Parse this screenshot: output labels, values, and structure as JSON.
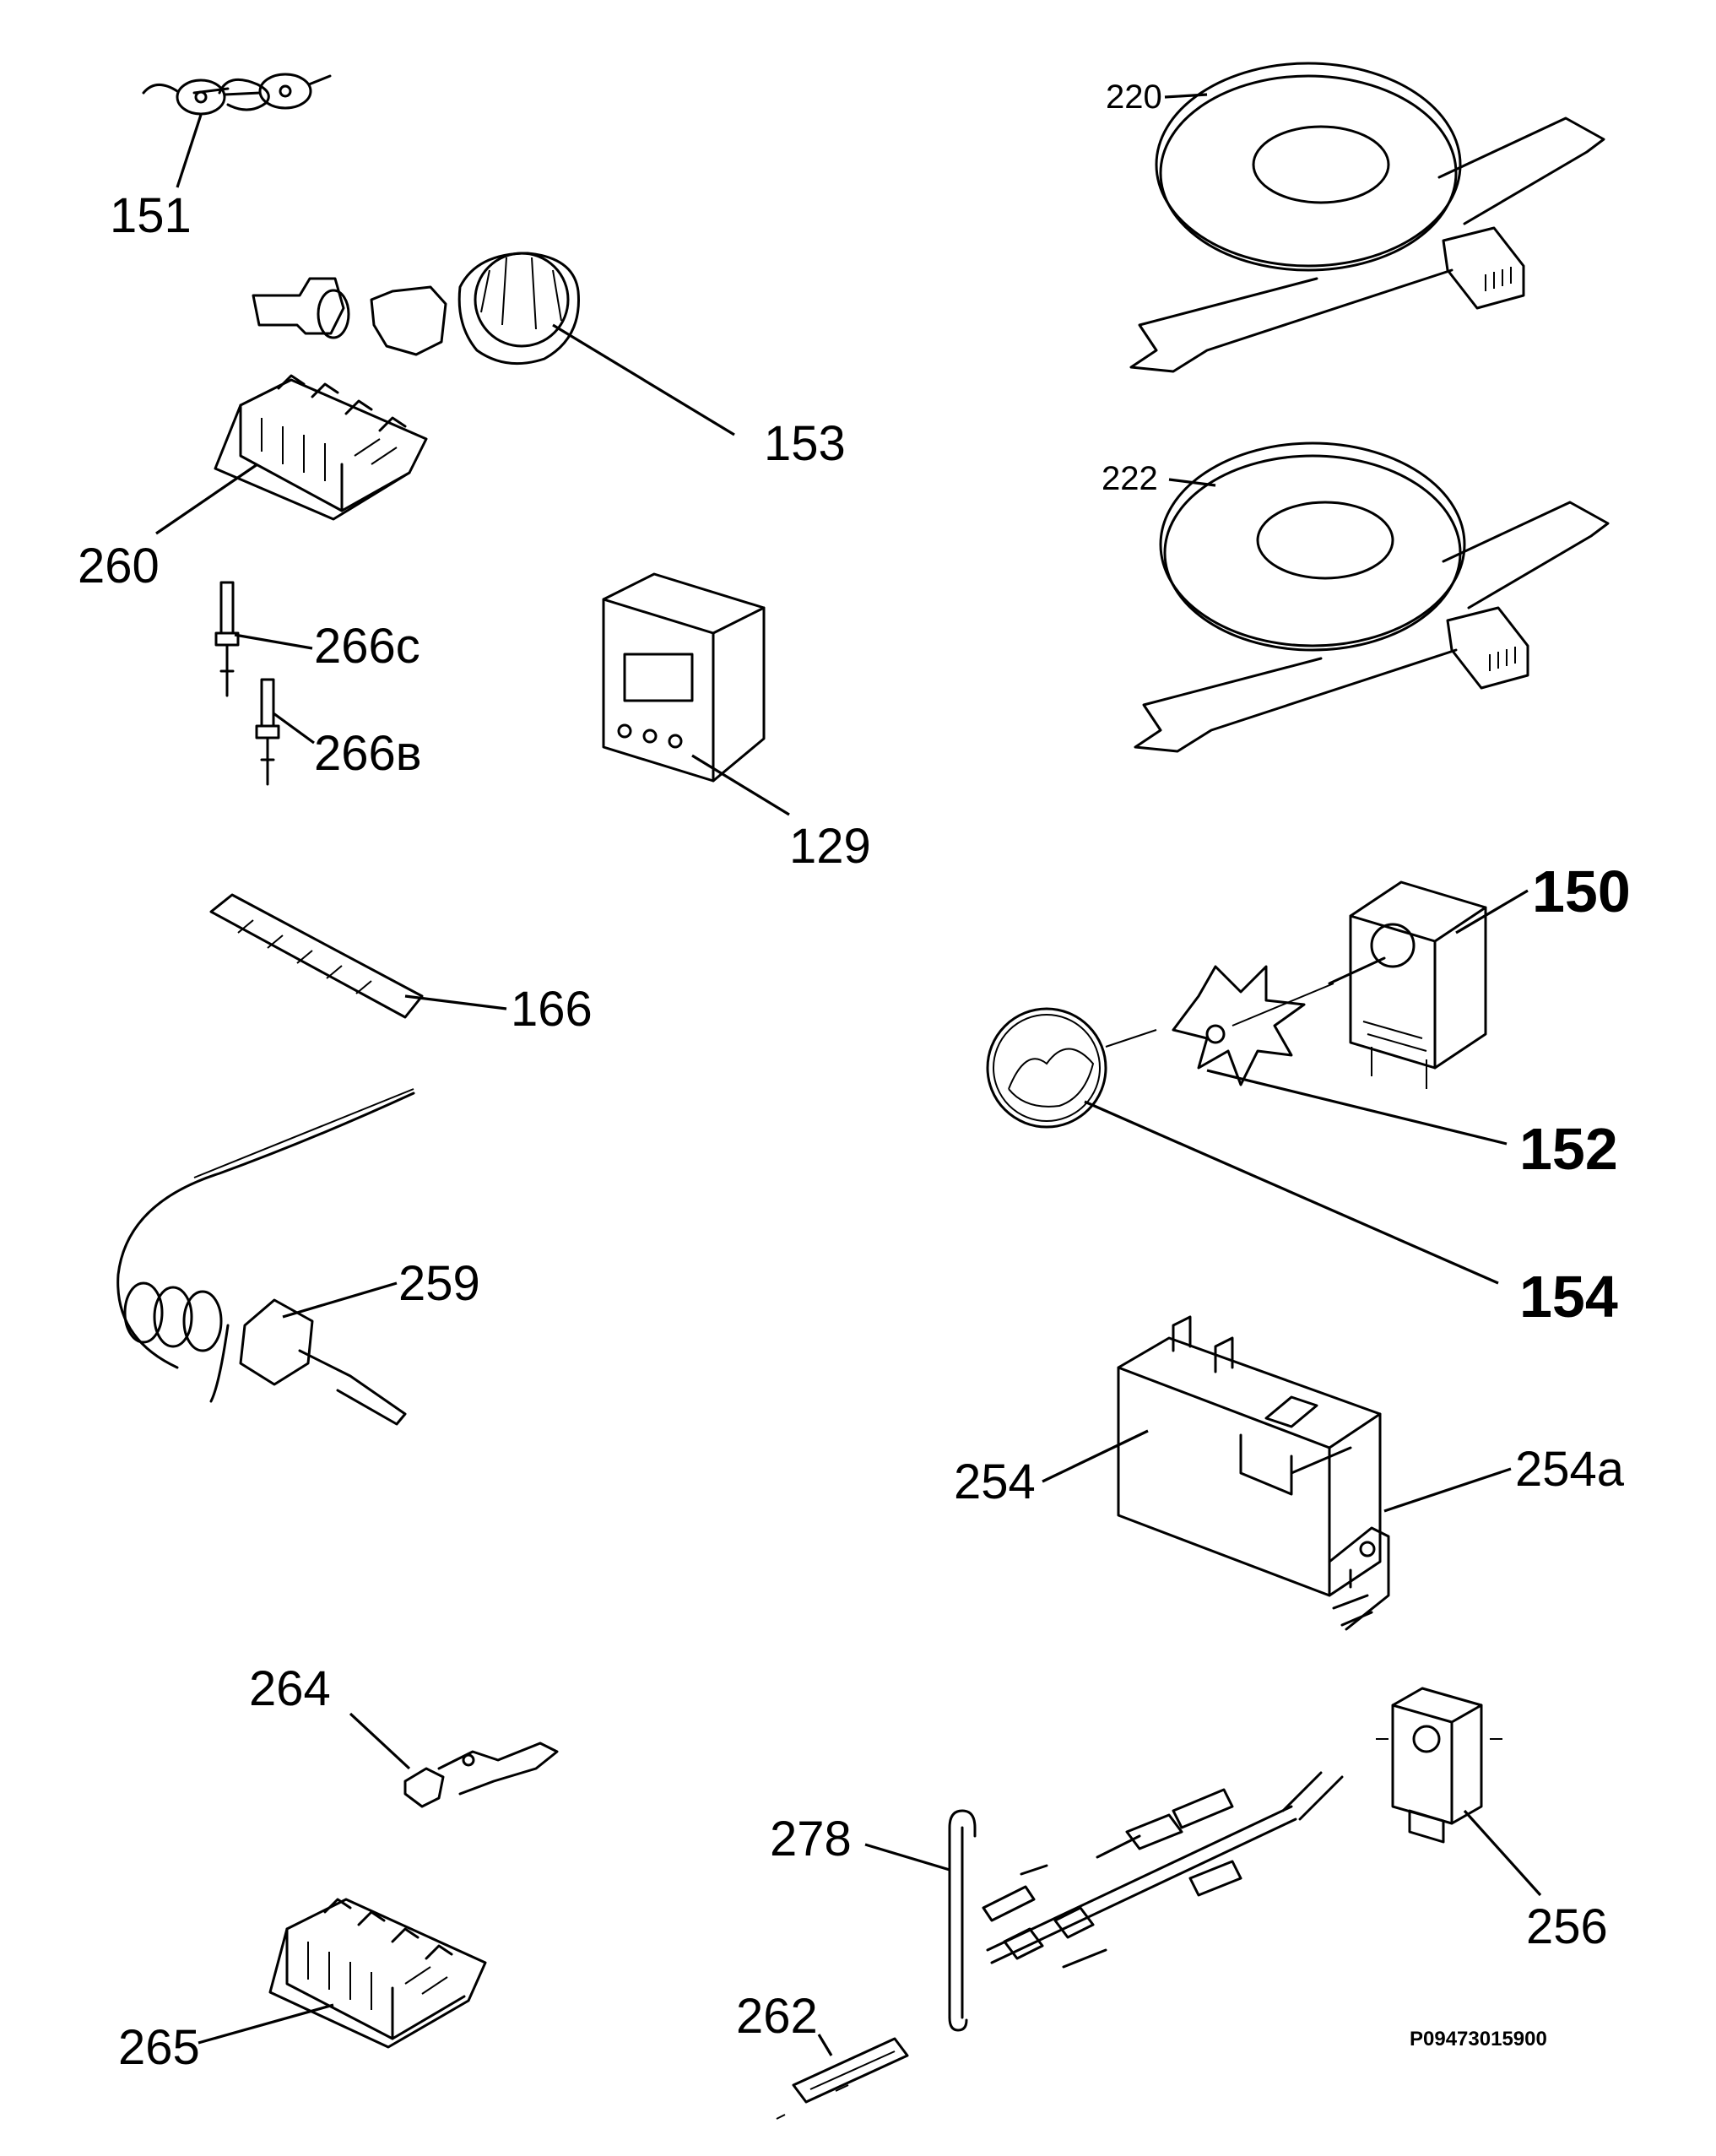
{
  "labels": {
    "p151": "151",
    "p153": "153",
    "p260": "260",
    "p266c": "266c",
    "p266b": "266в",
    "p129": "129",
    "p166": "166",
    "p259": "259",
    "p264": "264",
    "p265": "265",
    "p220": "220",
    "p222": "222",
    "p150": "150",
    "p152": "152",
    "p154": "154",
    "p254": "254",
    "p254a": "254a",
    "p278": "278",
    "p262": "262",
    "p256": "256"
  },
  "diagram_code": "P09473015900"
}
